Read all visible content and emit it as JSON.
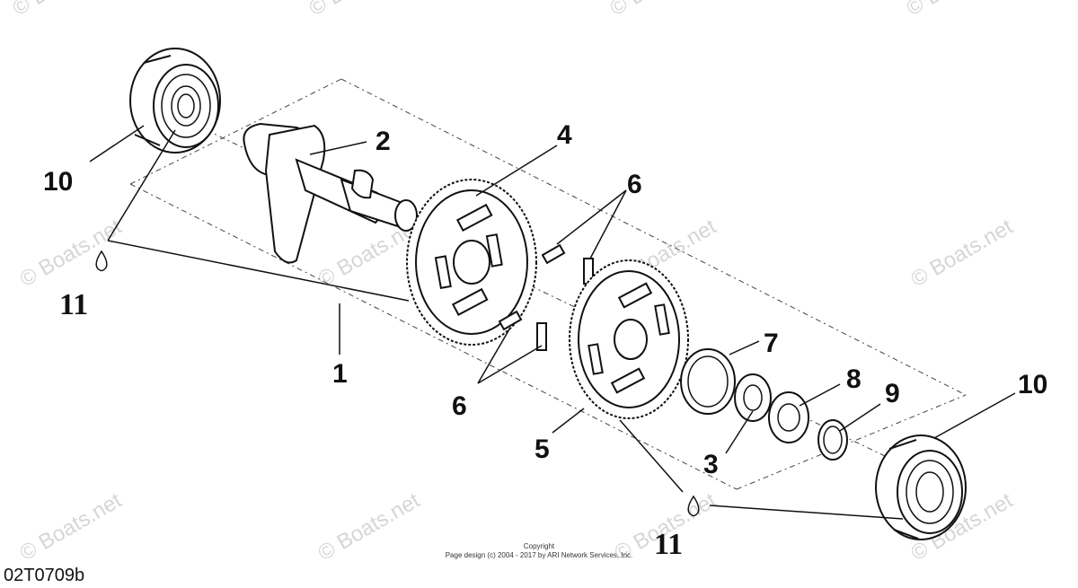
{
  "diagram": {
    "callouts": {
      "c1": "1",
      "c2": "2",
      "c3": "3",
      "c4": "4",
      "c5": "5",
      "c6a": "6",
      "c6b": "6",
      "c7": "7",
      "c8": "8",
      "c9": "9",
      "c10a": "10",
      "c10b": "10",
      "c11a": "11",
      "c11b": "11"
    },
    "watermark": "© Boats.net",
    "copyright_line1": "Copyright",
    "copyright_line2": "Page design (c) 2004 - 2017 by ARI Network Services, Inc.",
    "diagram_code": "02T0709b"
  }
}
